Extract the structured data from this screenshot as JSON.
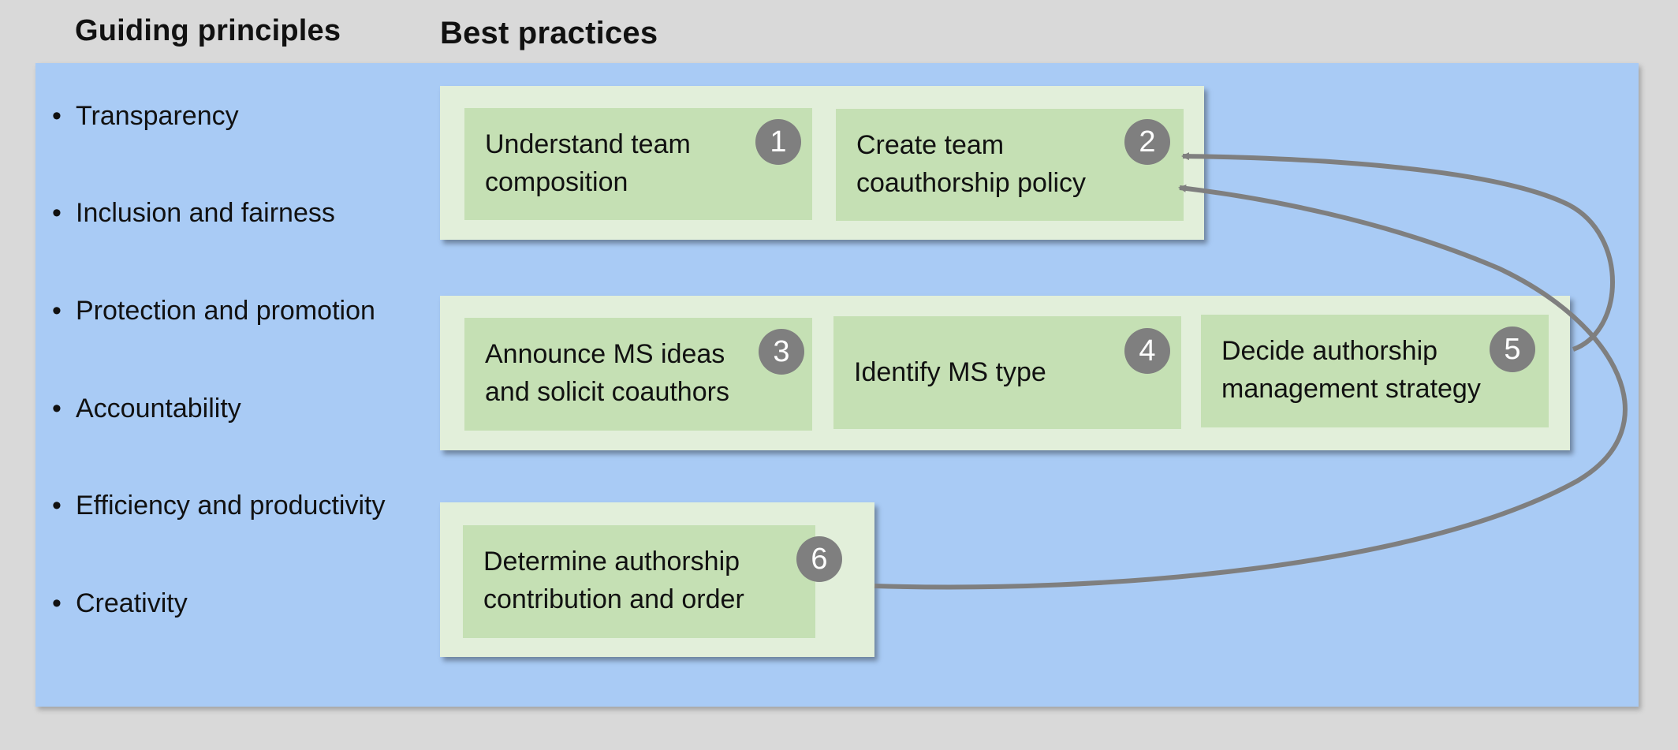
{
  "headings": {
    "principles": "Guiding principles",
    "practices": "Best practices"
  },
  "principles": [
    "Transparency",
    "Inclusion and fairness",
    "Protection and promotion",
    "Accountability",
    "Efficiency and productivity",
    "Creativity"
  ],
  "bullet": "•",
  "practices": [
    {
      "number": "1",
      "text": "Understand team\ncomposition"
    },
    {
      "number": "2",
      "text": "Create team\ncoauthorship policy"
    },
    {
      "number": "3",
      "text": "Announce MS ideas\nand solicit coauthors"
    },
    {
      "number": "4",
      "text": "Identify MS type"
    },
    {
      "number": "5",
      "text": "Decide authorship\nmanagement strategy"
    },
    {
      "number": "6",
      "text": "Determine authorship\ncontribution and order"
    }
  ],
  "connections": [
    {
      "from": "5",
      "to": "2"
    },
    {
      "from": "6",
      "to": "2"
    }
  ],
  "colors": {
    "background": "#d9d9d9",
    "panel": "#a9cbf5",
    "group": "#e2efda",
    "card": "#c5e0b4",
    "badge": "#7f7f7f",
    "arrow": "#7f7f7f"
  }
}
